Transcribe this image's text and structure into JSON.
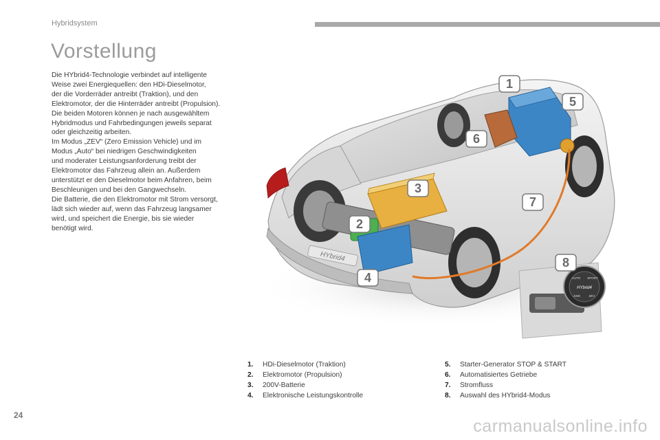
{
  "header": {
    "section": "Hybridsystem"
  },
  "title": "Vorstellung",
  "intro_lines": [
    "Die HYbrid4-Technologie verbindet auf intelligente",
    "Weise zwei Energiequellen: den HDi-Dieselmotor,",
    "der die Vorderräder antreibt (Traktion), und den",
    "Elektromotor, der die Hinterräder antreibt (Propulsion).",
    "Die beiden Motoren können je nach ausgewähltem",
    "Hybridmodus und Fahrbedingungen jeweils separat",
    "oder gleichzeitig arbeiten.",
    "Im Modus „ZEV“ (Zero Emission Vehicle) und im",
    "Modus „Auto“ bei niedrigen Geschwindigkeiten",
    "und moderater Leistungsanforderung treibt der",
    "Elektromotor das Fahrzeug allein an. Außerdem",
    "unterstützt er den Dieselmotor beim Anfahren, beim",
    "Beschleunigen und bei den Gangwechseln.",
    "Die Batterie, die den Elektromotor mit Strom versorgt,",
    "lädt sich wieder auf, wenn das Fahrzeug langsamer",
    "wird, und speichert die Energie, bis sie wieder",
    "benötigt wird."
  ],
  "illustration": {
    "callouts": [
      "1",
      "2",
      "3",
      "4",
      "5",
      "6",
      "7",
      "8"
    ],
    "badge_text": "HYbrid4",
    "selector_labels": [
      "AUTO",
      "SPORT",
      "4WD",
      "ZEV"
    ],
    "selector_center": "HYbrid4",
    "colors": {
      "callout_border": "#7a7a7a",
      "power_line": "#e07a2a",
      "engine": "#3d86c6",
      "battery": "#e8b040",
      "gearbox": "#b86a3a",
      "electric_motor": "#4caf50"
    }
  },
  "legend": {
    "left": [
      {
        "num": "1.",
        "text": "HDi-Dieselmotor (Traktion)"
      },
      {
        "num": "2.",
        "text": "Elektromotor (Propulsion)"
      },
      {
        "num": "3.",
        "text": "200V-Batterie"
      },
      {
        "num": "4.",
        "text": "Elektronische Leistungskontrolle"
      }
    ],
    "right": [
      {
        "num": "5.",
        "text": "Starter-Generator STOP & START"
      },
      {
        "num": "6.",
        "text": "Automatisiertes Getriebe"
      },
      {
        "num": "7.",
        "text": "Stromfluss"
      },
      {
        "num": "8.",
        "text": "Auswahl des HYbrid4-Modus"
      }
    ]
  },
  "page_number": "24",
  "watermark": "carmanualsonline.info"
}
